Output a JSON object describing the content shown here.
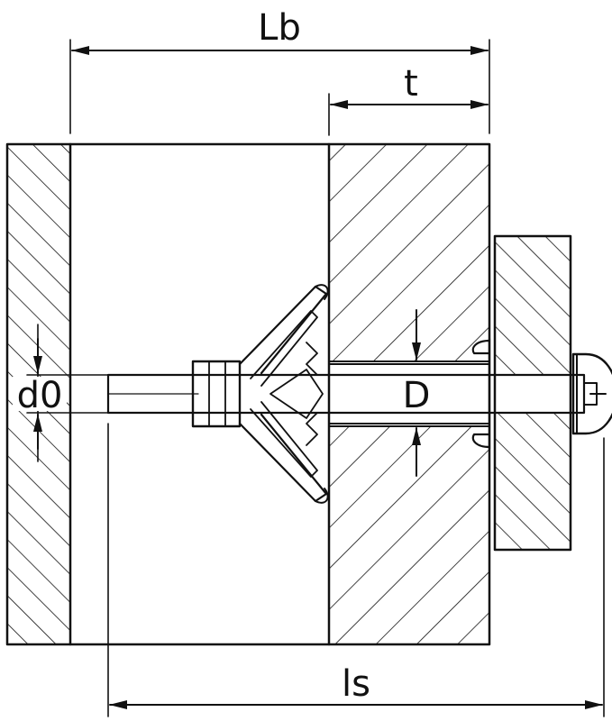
{
  "diagram": {
    "labels": {
      "Lb": "Lb",
      "t": "t",
      "d0": "d0",
      "D": "D",
      "ls": "ls"
    }
  }
}
